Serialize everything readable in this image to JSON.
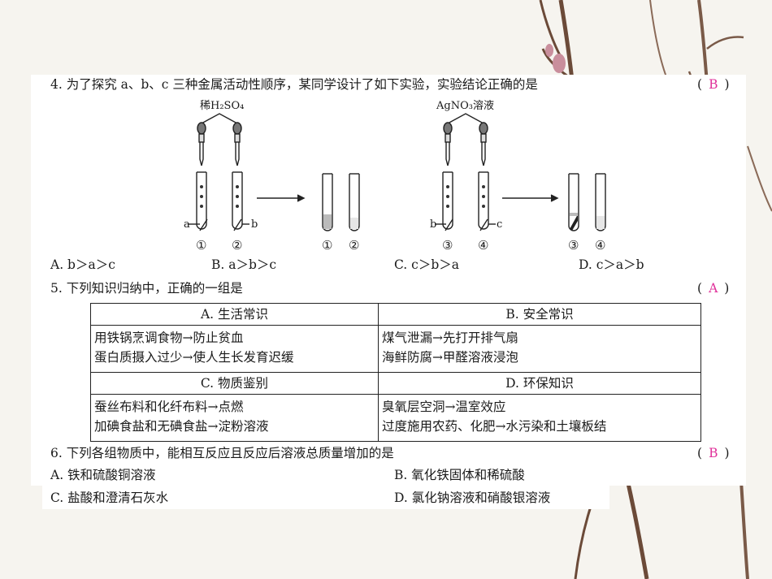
{
  "q4": {
    "stem": "4. 为了探究 a、b、c 三种金属活动性顺序，某同学设计了如下实验，实验结论正确的是",
    "answer": "B",
    "reagent_left": "稀H₂SO₄",
    "reagent_right": "AgNO₃溶液",
    "metal_a": "a",
    "metal_b_left": "b",
    "metal_b_right": "b",
    "metal_c": "c",
    "tube_labels": [
      "①",
      "②",
      "①",
      "②",
      "③",
      "④",
      "③",
      "④"
    ],
    "options": [
      "A. b＞a＞c",
      "B. a＞b＞c",
      "C. c＞b＞a",
      "D. c＞a＞b"
    ]
  },
  "q5": {
    "stem": "5. 下列知识归纳中，正确的一组是",
    "answer": "A",
    "table": [
      {
        "header": "A. 生活常识",
        "lines": [
          "用铁锅烹调食物→防止贫血",
          "蛋白质摄入过少→使人生长发育迟缓"
        ]
      },
      {
        "header": "B. 安全常识",
        "lines": [
          "煤气泄漏→先打开排气扇",
          "海鲜防腐→甲醛溶液浸泡"
        ]
      },
      {
        "header": "C. 物质鉴别",
        "lines": [
          "蚕丝布料和化纤布料→点燃",
          "加碘食盐和无碘食盐→淀粉溶液"
        ]
      },
      {
        "header": "D. 环保知识",
        "lines": [
          "臭氧层空洞→温室效应",
          "过度施用农药、化肥→水污染和土壤板结"
        ]
      }
    ]
  },
  "q6": {
    "stem": "6. 下列各组物质中，能相互反应且反应后溶液总质量增加的是",
    "answer": "B",
    "options": [
      "A. 铁和硫酸铜溶液",
      "B. 氧化铁固体和稀硫酸",
      "C. 盐酸和澄清石灰水",
      "D. 氯化钠溶液和硝酸银溶液"
    ]
  },
  "colors": {
    "answer": "#e0309a",
    "background": "#f6f4ef",
    "branch": "#6b4a38"
  }
}
